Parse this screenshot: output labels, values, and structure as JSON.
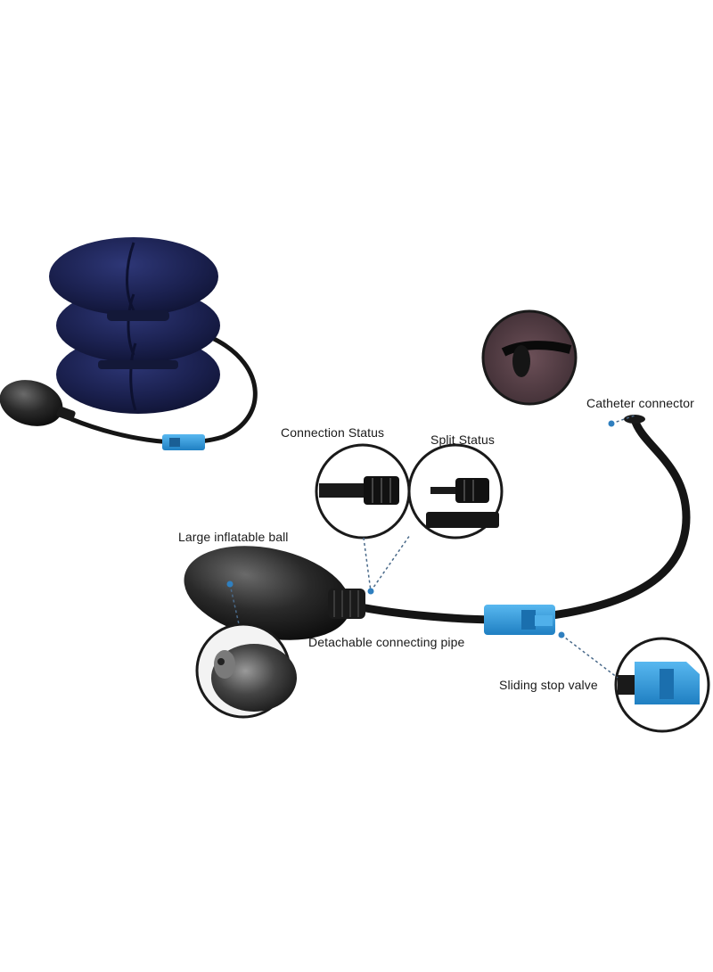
{
  "labels": {
    "catheter_connector": "Catheter connector",
    "connection_status": "Connection Status",
    "split_status": "Split Status",
    "large_inflatable_ball": "Large inflatable ball",
    "detachable_connecting_pipe": "Detachable connecting pipe",
    "sliding_stop_valve": "Sliding stop valve"
  },
  "colors": {
    "pillow": "#1d2350",
    "pillow_highlight": "#2c3470",
    "valve_blue": "#2f9ee0",
    "hose": "#1c1c1c",
    "leader_line": "#4a6a8a",
    "dot": "#2f7fbf"
  }
}
